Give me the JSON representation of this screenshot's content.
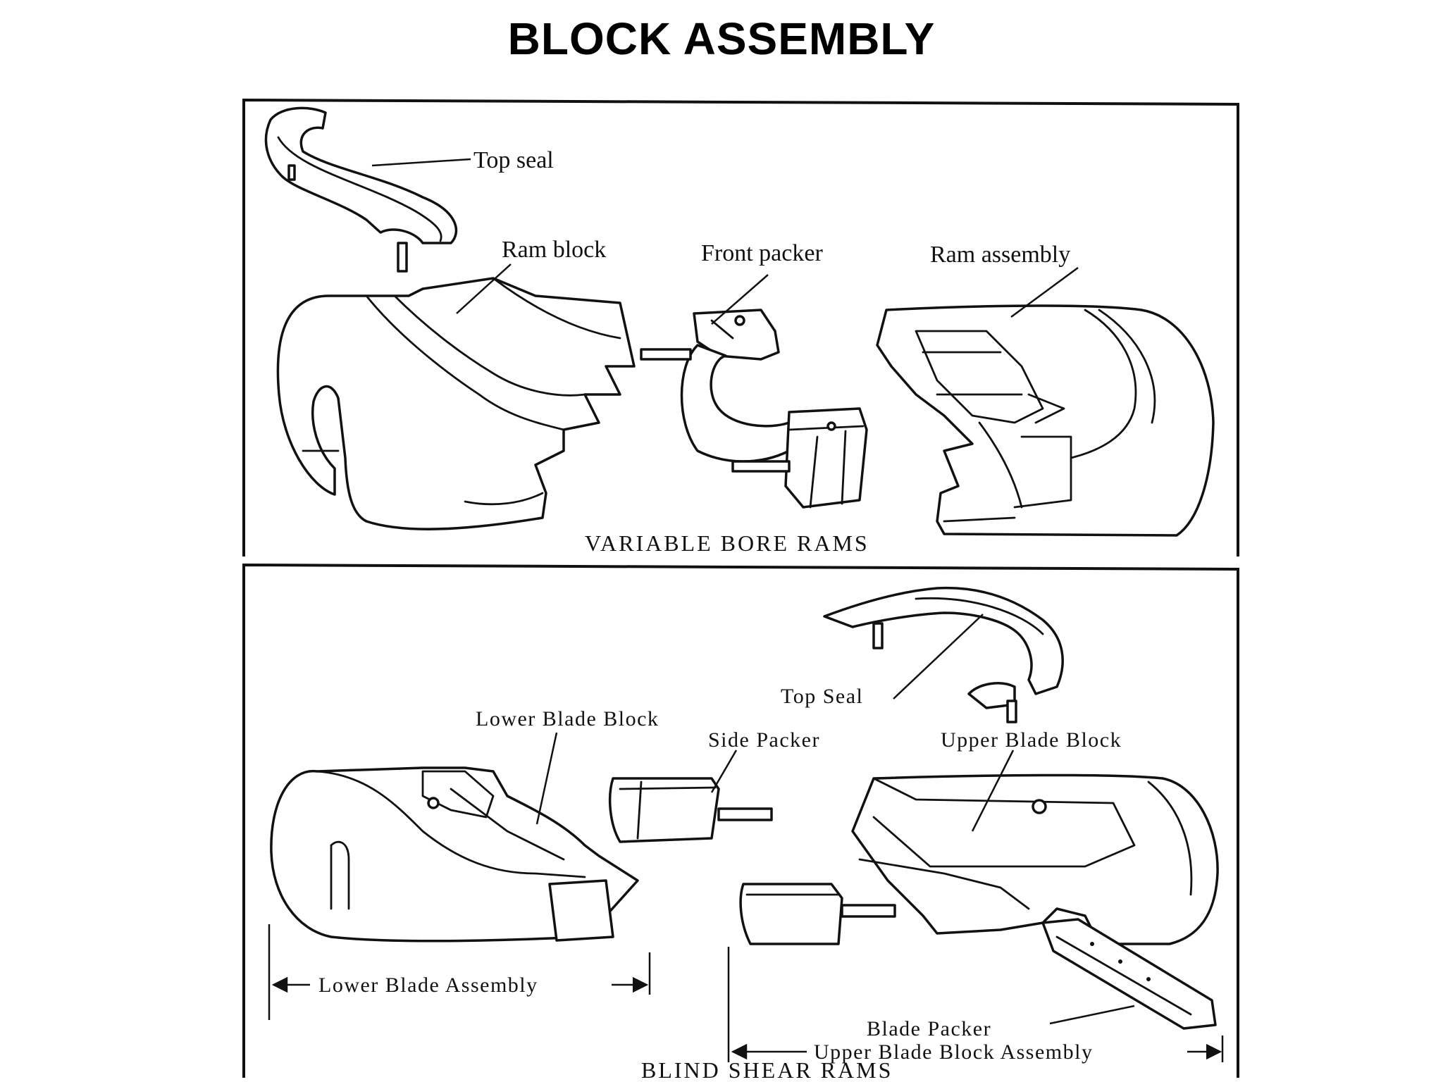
{
  "title": "BLOCK ASSEMBLY",
  "variable_bore": {
    "caption": "VARIABLE BORE RAMS",
    "labels": {
      "top_seal": "Top seal",
      "ram_block": "Ram block",
      "front_packer": "Front packer",
      "ram_assembly": "Ram assembly"
    }
  },
  "blind_shear": {
    "caption": "BLIND SHEAR RAMS",
    "labels": {
      "top_seal": "Top Seal",
      "lower_blade_block": "Lower Blade Block",
      "side_packer": "Side Packer",
      "upper_blade_block": "Upper Blade Block",
      "lower_blade_assembly": "Lower Blade Assembly",
      "blade_packer": "Blade Packer",
      "upper_blade_block_assembly": "Upper Blade Block Assembly"
    }
  },
  "colors": {
    "ink": "#111111",
    "paper": "#ffffff"
  }
}
